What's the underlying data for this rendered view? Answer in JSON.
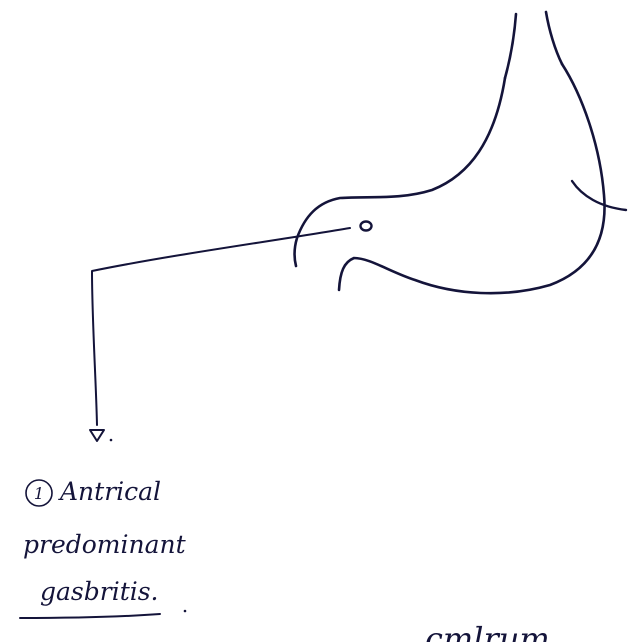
{
  "diagram": {
    "ink_color": "#14143a",
    "background": "#ffffff",
    "label_number": "1",
    "label_lines": [
      "Antrical",
      "predominant",
      "gasbritis."
    ],
    "bottom_text": "cmlrum."
  }
}
